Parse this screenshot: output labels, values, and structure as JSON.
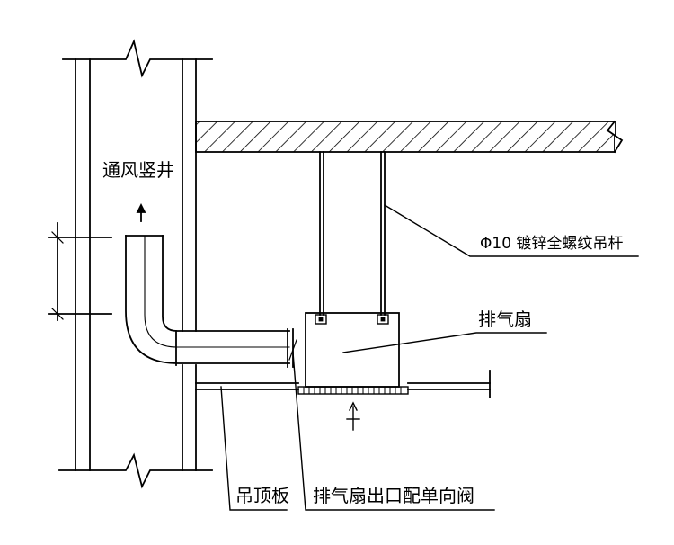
{
  "labels": {
    "shaft": "通风竖井",
    "rod": "Φ10  镀锌全螺纹吊杆",
    "fan": "排气扇",
    "ceiling": "吊顶板",
    "valve": "排气扇出口配单向阀"
  },
  "colors": {
    "line": "#000000",
    "background": "#ffffff"
  }
}
